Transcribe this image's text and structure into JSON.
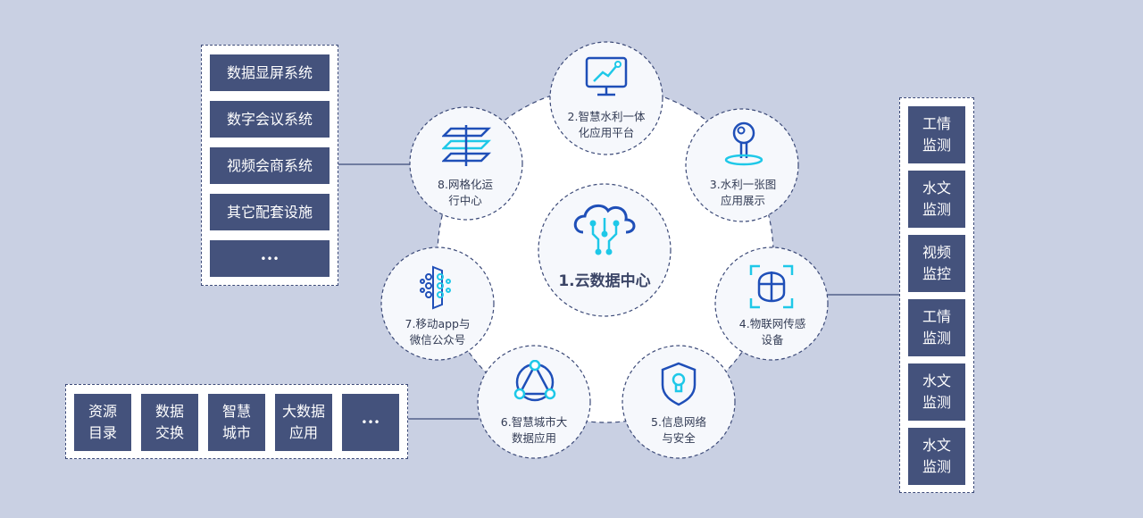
{
  "center": {
    "label": "1.云数据中心",
    "icon": "cloud-data-icon"
  },
  "nodes": [
    {
      "id": 2,
      "label": "2.智慧水利一体\n化应用平台",
      "icon": "monitor-chart-icon"
    },
    {
      "id": 3,
      "label": "3.水利一张图\n应用展示",
      "icon": "map-pin-icon"
    },
    {
      "id": 4,
      "label": "4.物联网传感\n设备",
      "icon": "sensor-device-icon"
    },
    {
      "id": 5,
      "label": "5.信息网络\n与安全",
      "icon": "shield-lock-icon"
    },
    {
      "id": 6,
      "label": "6.智慧城市大\n数据应用",
      "icon": "network-triangle-icon"
    },
    {
      "id": 7,
      "label": "7.移动app与\n微信公众号",
      "icon": "mobile-app-icon"
    },
    {
      "id": 8,
      "label": "8.网格化运\n行中心",
      "icon": "grid-layers-icon"
    }
  ],
  "left_panel": {
    "items": [
      "数据显屏系统",
      "数字会议系统",
      "视频会商系统",
      "其它配套设施",
      "•••"
    ]
  },
  "bottom_panel": {
    "items": [
      "资源\n目录",
      "数据\n交换",
      "智慧\n城市",
      "大数据\n应用",
      "•••"
    ]
  },
  "right_panel": {
    "items": [
      "工情\n监测",
      "水文\n监测",
      "视频\n监控",
      "工情\n监测",
      "水文\n监测",
      "水文\n监测"
    ]
  },
  "colors": {
    "background": "#c9d0e3",
    "box": "#44527c",
    "dark_blue": "#1f4fb8",
    "cyan": "#1ec8e8",
    "border": "#3c4a78"
  }
}
